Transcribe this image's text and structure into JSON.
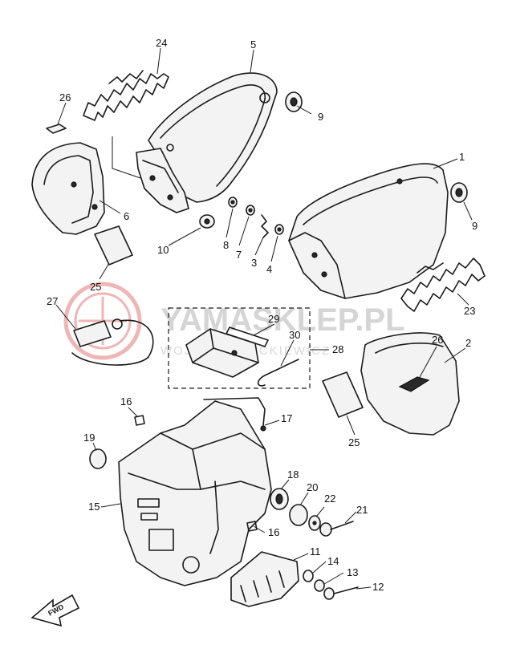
{
  "watermark": {
    "brand": "YAMASKLEP.PL",
    "subtitle": "WOJCIECH MICKIEWICZ"
  },
  "front_arrow_label": "FWD",
  "callouts": {
    "c1": "1",
    "c2": "2",
    "c3": "3",
    "c4": "4",
    "c5": "5",
    "c6": "6",
    "c7": "7",
    "c8": "8",
    "c9a": "9",
    "c9b": "9",
    "c10": "10",
    "c11": "11",
    "c12": "12",
    "c13": "13",
    "c14": "14",
    "c15": "15",
    "c16a": "16",
    "c16b": "16",
    "c17": "17",
    "c18": "18",
    "c19": "19",
    "c20": "20",
    "c21": "21",
    "c22": "22",
    "c23": "23",
    "c24": "24",
    "c25a": "25",
    "c25b": "25",
    "c26a": "26",
    "c26b": "26",
    "c27": "27",
    "c28": "28",
    "c29": "29",
    "c30": "30"
  },
  "colors": {
    "line": "#1a1a1a",
    "watermark_logo": "#e57a7a",
    "watermark_text": "#c8c8c8"
  }
}
